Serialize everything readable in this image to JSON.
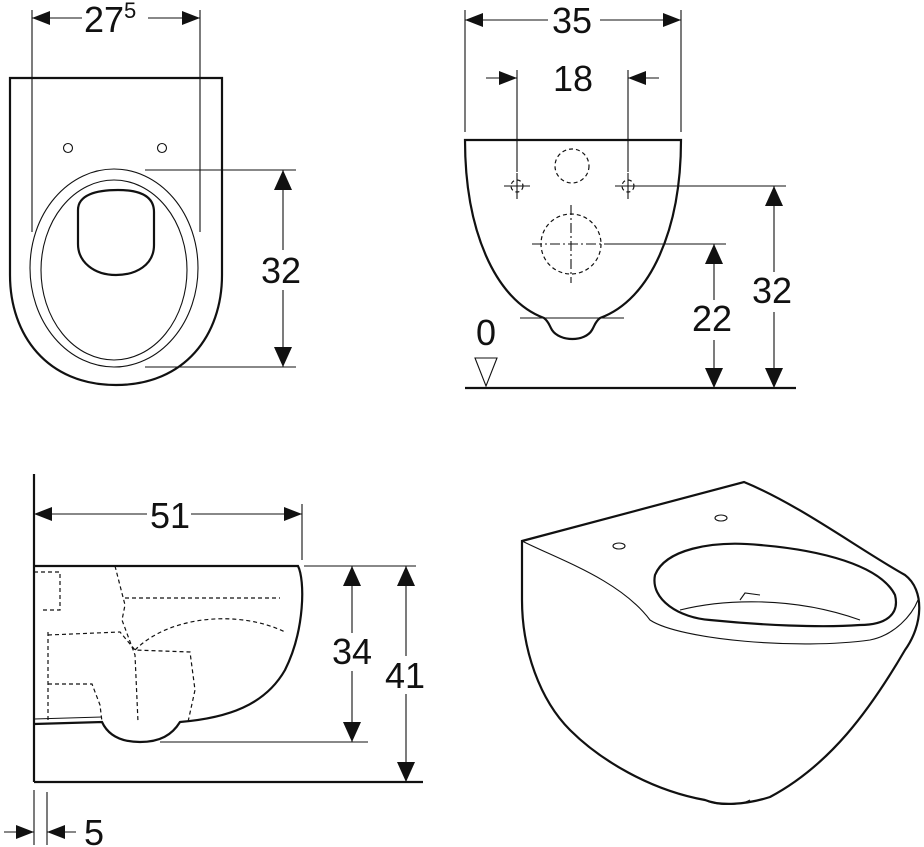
{
  "top_view": {
    "width_main": "27",
    "width_sup": "5",
    "depth": "32"
  },
  "front_view": {
    "width": "35",
    "bolt_spacing": "18",
    "level_zero": "0",
    "outlet_height": "22",
    "bolt_height": "32"
  },
  "side_view": {
    "length": "51",
    "seat_height": "34",
    "total_height": "41",
    "wall_gap": "5"
  }
}
